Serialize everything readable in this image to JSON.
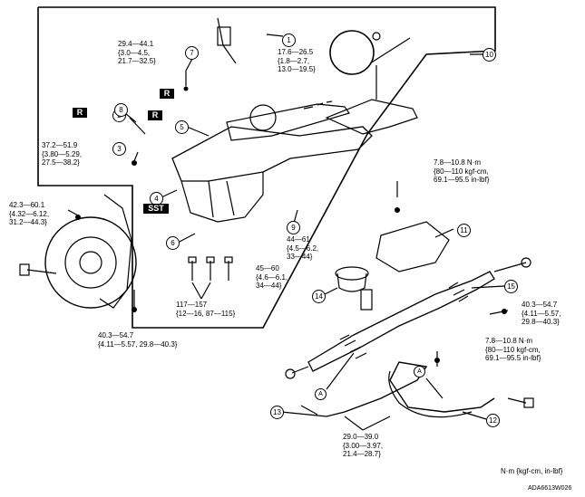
{
  "callouts": [
    {
      "id": "c1",
      "text": "1"
    },
    {
      "id": "c2",
      "text": "2"
    },
    {
      "id": "c3",
      "text": "3"
    },
    {
      "id": "c4",
      "text": "4"
    },
    {
      "id": "c5",
      "text": "5"
    },
    {
      "id": "c6",
      "text": "6"
    },
    {
      "id": "c7",
      "text": "7"
    },
    {
      "id": "c8",
      "text": "8"
    },
    {
      "id": "c9",
      "text": "9"
    },
    {
      "id": "c10",
      "text": "10"
    },
    {
      "id": "c11",
      "text": "11"
    },
    {
      "id": "c12",
      "text": "12"
    },
    {
      "id": "c13",
      "text": "13"
    },
    {
      "id": "c14",
      "text": "14"
    },
    {
      "id": "c15",
      "text": "15"
    }
  ],
  "tags": {
    "r": "R",
    "sst": "SST",
    "a": "A"
  },
  "torques": {
    "t1": "17.6—26.5\n{1.8—2.7,\n13.0—19.5}",
    "t7": "29.4—44.1\n{3.0—4.5,\n21.7—32.5}",
    "t3": "37.2—51.9\n{3.80—5.29,\n27.5—38.2}",
    "t_hub": "42.3—60.1\n{4.32—6.12,\n31.2—44.3}",
    "t9": "44—61\n{4.5—6.2,\n33—44}",
    "t_bolts": "45—60\n{4.6—6.1,\n34—44}",
    "t_bolts2": "117—157\n{12—16, 87—115}",
    "t_tie": "40.3—54.7\n{4.11—5.57, 29.8—40.3}",
    "t_gear_top": "7.8—10.8 N·m\n{80—110 kgf-cm,\n69.1—95.5 in-lbf}",
    "t_gear_right": "40.3—54.7\n{4.11—5.57,\n29.8—40.3}",
    "t_gear_low": "7.8—10.8 N·m\n{80—110 kgf-cm,\n69.1—95.5 in-lbf}",
    "t_pipe": "29.0—39.0\n{3.00—3.97,\n21.4—28.7}"
  },
  "units_note": "N·m {kgf-cm, in-lbf}",
  "figure_code": "ADA6613W026"
}
